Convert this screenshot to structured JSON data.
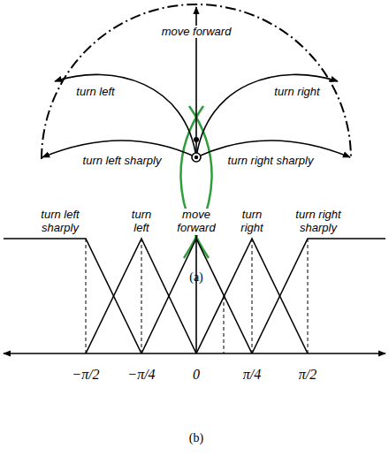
{
  "diagram": {
    "labels": [
      "move forward",
      "turn left",
      "turn right",
      "turn left sharply",
      "turn right sharply",
      "(a)",
      "turn left sharply",
      "turn left",
      "move forward",
      "turn right",
      "turn right sharply",
      "−π/2",
      "−π/4",
      "0",
      "π/4",
      "π/2",
      "(b)"
    ]
  }
}
